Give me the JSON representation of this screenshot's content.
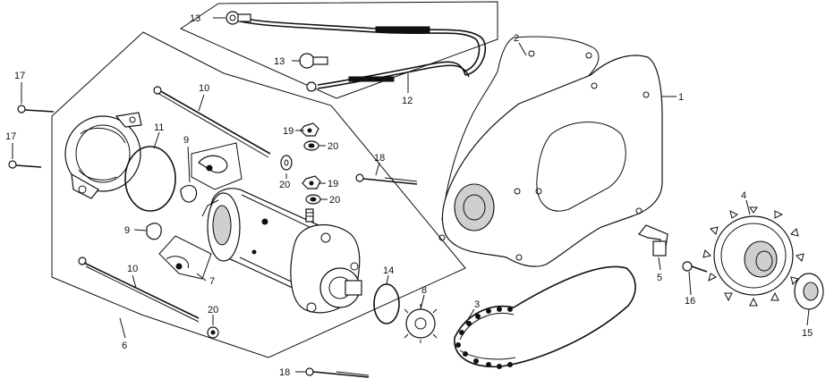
{
  "diagram": {
    "callouts": [
      {
        "id": "c13a",
        "text": "13"
      },
      {
        "id": "c13b",
        "text": "13"
      },
      {
        "id": "c12",
        "text": "12"
      },
      {
        "id": "c2",
        "text": "2"
      },
      {
        "id": "c1",
        "text": "1"
      },
      {
        "id": "c17a",
        "text": "17"
      },
      {
        "id": "c17b",
        "text": "17"
      },
      {
        "id": "c10a",
        "text": "10"
      },
      {
        "id": "c11",
        "text": "11"
      },
      {
        "id": "c9a",
        "text": "9"
      },
      {
        "id": "c9b",
        "text": "9"
      },
      {
        "id": "c19a",
        "text": "19"
      },
      {
        "id": "c20a",
        "text": "20"
      },
      {
        "id": "c20b",
        "text": "20"
      },
      {
        "id": "c19b",
        "text": "19"
      },
      {
        "id": "c20c",
        "text": "20"
      },
      {
        "id": "c18a",
        "text": "18"
      },
      {
        "id": "c7",
        "text": "7"
      },
      {
        "id": "c10b",
        "text": "10"
      },
      {
        "id": "c20d",
        "text": "20"
      },
      {
        "id": "c6",
        "text": "6"
      },
      {
        "id": "c14",
        "text": "14"
      },
      {
        "id": "c8",
        "text": "8"
      },
      {
        "id": "c3",
        "text": "3"
      },
      {
        "id": "c18b",
        "text": "18"
      },
      {
        "id": "c4",
        "text": "4"
      },
      {
        "id": "c5",
        "text": "5"
      },
      {
        "id": "c16",
        "text": "16"
      },
      {
        "id": "c15",
        "text": "15"
      }
    ]
  }
}
